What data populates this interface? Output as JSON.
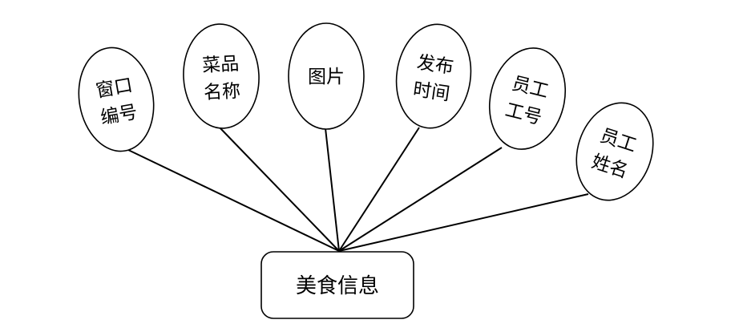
{
  "entity": {
    "label": "美食信息"
  },
  "attributes": [
    {
      "id": "window-number",
      "lines": [
        "窗口",
        "编号"
      ]
    },
    {
      "id": "dish-name",
      "lines": [
        "菜品",
        "名称"
      ]
    },
    {
      "id": "picture",
      "lines": [
        "图片"
      ]
    },
    {
      "id": "publish-time",
      "lines": [
        "发布",
        "时间"
      ]
    },
    {
      "id": "employee-number",
      "lines": [
        "员工",
        "工号"
      ]
    },
    {
      "id": "employee-name",
      "lines": [
        "员工",
        "姓名"
      ]
    }
  ]
}
